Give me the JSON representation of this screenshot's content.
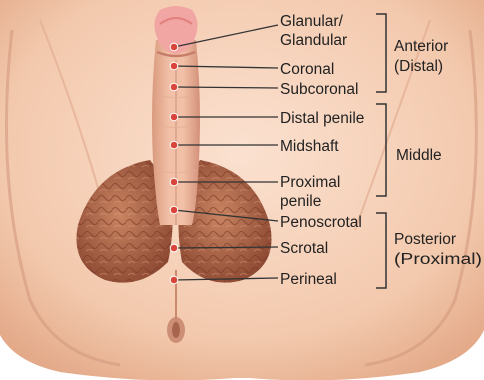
{
  "labels": {
    "glanular": "Glanular/",
    "glandular": "Glandular",
    "coronal": "Coronal",
    "subcoronal": "Subcoronal",
    "distal_penile": "Distal penile",
    "midshaft": "Midshaft",
    "proximal": "Proximal",
    "penile": "penile",
    "penoscrotal": "Penoscrotal",
    "scrotal": "Scrotal",
    "perineal": "Perineal"
  },
  "groups": {
    "anterior_line1": "Anterior",
    "anterior_line2": "(Distal)",
    "middle": "Middle",
    "posterior_line1": "Posterior",
    "posterior_line2": "(Proximal)"
  },
  "colors": {
    "skin": "#f6cfb7",
    "skin_shadow": "#d99c82",
    "glans": "#f0a9a6",
    "scrotum": "#b56c4f",
    "dot": "#d9453a",
    "line": "#333333"
  }
}
